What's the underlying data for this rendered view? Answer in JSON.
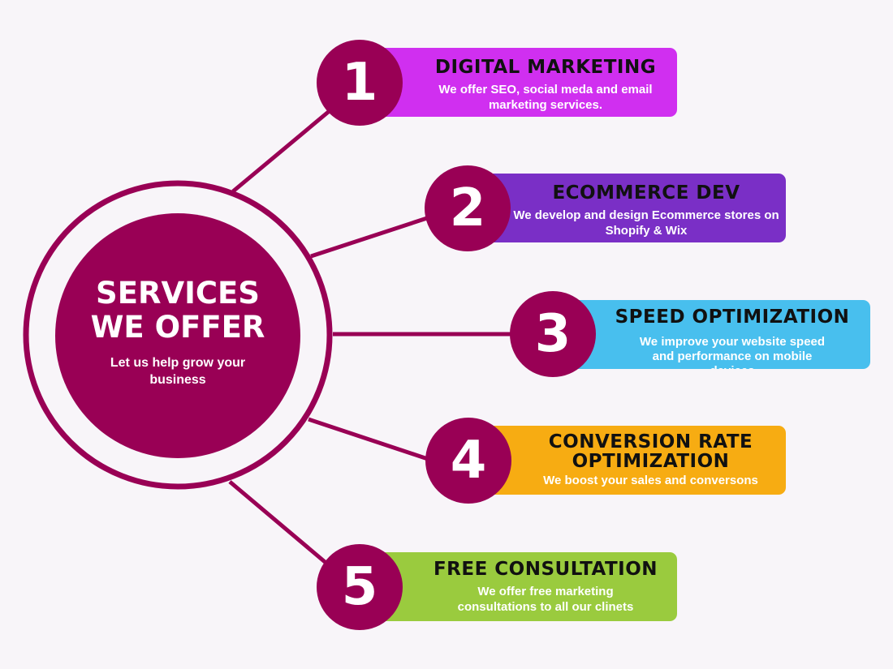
{
  "center": {
    "title": "SERVICES\nWE OFFER",
    "subtitle": "Let us help grow your business"
  },
  "services": [
    {
      "number": "1",
      "title": "DIGITAL MARKETING",
      "description": "We offer SEO, social meda and email marketing services.",
      "color": "#d02ff0"
    },
    {
      "number": "2",
      "title": "ECOMMERCE DEV",
      "description": "We develop and design Ecommerce stores on Shopify & Wix",
      "color": "#7a2fc6"
    },
    {
      "number": "3",
      "title": "SPEED OPTIMIZATION",
      "description": "We improve your website speed and performance on mobile devices",
      "color": "#48bfee"
    },
    {
      "number": "4",
      "title": "CONVERSION RATE OPTIMIZATION",
      "description": "We boost your sales and conversons",
      "color": "#f7ac12"
    },
    {
      "number": "5",
      "title": "FREE CONSULTATION",
      "description": "We offer free marketing consultations to all our clinets",
      "color": "#9acb3e"
    }
  ],
  "colors": {
    "accent": "#990055",
    "background": "#f8f5f9"
  }
}
